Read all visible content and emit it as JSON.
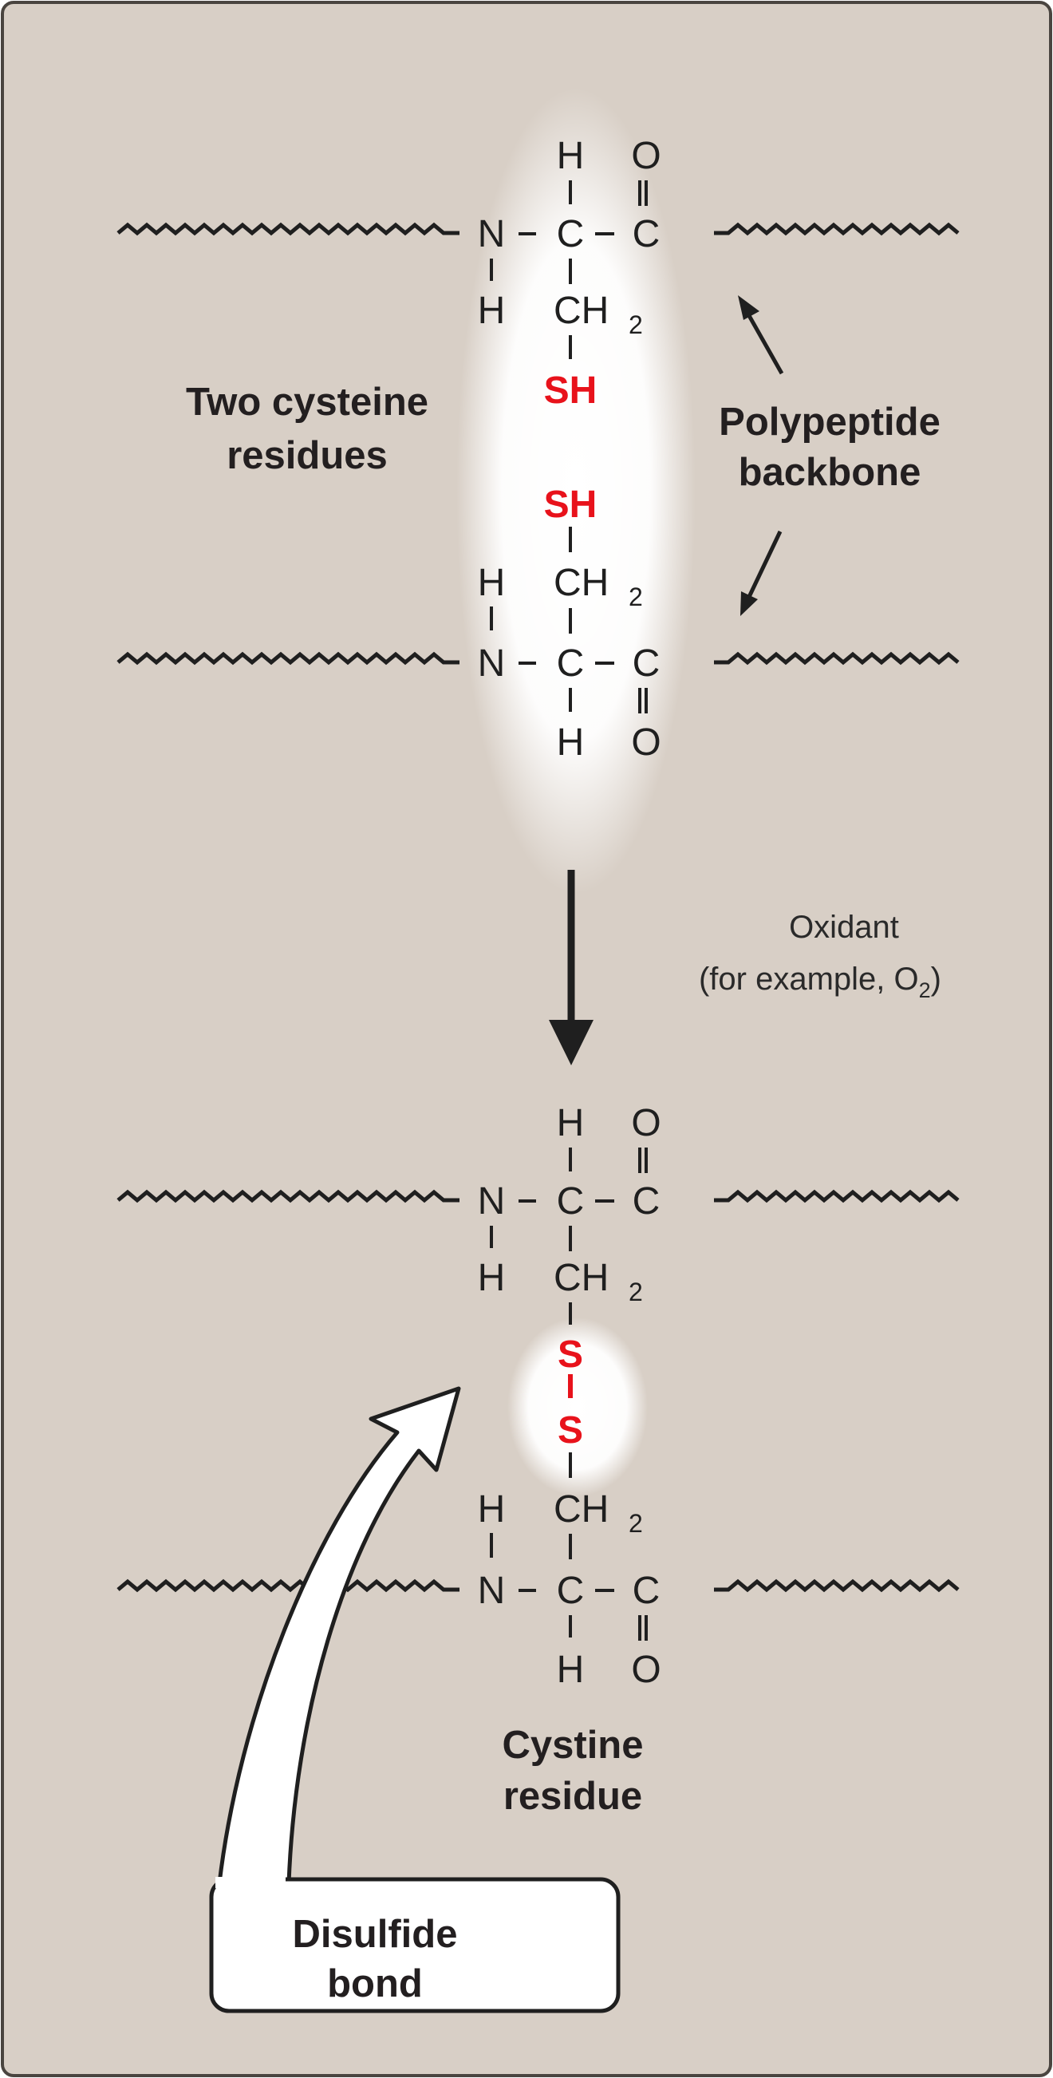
{
  "colors": {
    "background": "#d8cfc6",
    "border": "#4a4540",
    "highlight": "#ffffff",
    "sulfur_red": "#e8121b",
    "text": "#231f20"
  },
  "atoms": {
    "h": "H",
    "n": "N",
    "c": "C",
    "o": "O",
    "ch": "CH",
    "subscript_2": "2",
    "sh": "SH",
    "s": "S"
  },
  "labels": {
    "two_cysteine_line1": "Two cysteine",
    "two_cysteine_line2": "residues",
    "polypeptide_line1": "Polypeptide",
    "polypeptide_line2": "backbone",
    "oxidant_line1": "Oxidant",
    "oxidant_line2_prefix": "(for example, O",
    "oxidant_line2_sub": "2",
    "oxidant_line2_suffix": ")",
    "cystine_line1": "Cystine",
    "cystine_line2": "residue",
    "disulfide_line1": "Disulfide",
    "disulfide_line2": "bond"
  },
  "icons": {
    "reaction_arrow": "down-arrow-icon",
    "backbone_pointer": "pointer-arrow-icon",
    "callout": "curved-callout-arrow-icon"
  }
}
